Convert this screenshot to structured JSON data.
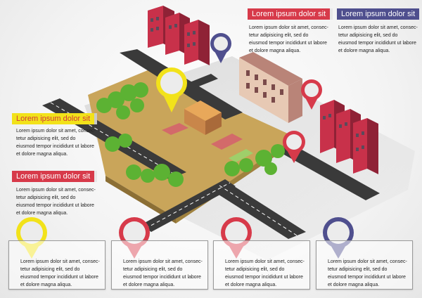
{
  "colors": {
    "red": "#d73a4a",
    "yellow": "#f2e21a",
    "purple": "#4f4f8e",
    "grass": "#c9a55a",
    "tree": "#5cb233",
    "road": "#3a3a3a",
    "building_red": "#c8314a",
    "building_beige": "#e7c9b4"
  },
  "info": {
    "top_red": {
      "title": "Lorem ipsum dolor sit",
      "text": "Lorem ipsum dolor sit amet, consec-\ntetur adipisicing elit, sed do\neiusmod tempor incididunt ut labore\net dolore magna aliqua."
    },
    "top_purple": {
      "title": "Lorem ipsum dolor sit",
      "text": "Lorem ipsum dolor sit amet, consec-\ntetur adipisicing elit, sed do\neiusmod tempor incididunt ut labore\net dolore magna aliqua."
    },
    "mid_yellow": {
      "title": "Lorem ipsum dolor sit",
      "text": "Lorem ipsum dolor sit amet, consec-\ntetur adipisicing elit, sed do\neiusmod tempor incididunt ut labore\net dolore magna aliqua."
    },
    "mid_red": {
      "title": "Lorem ipsum dolor sit",
      "text": "Lorem ipsum dolor sit amet, consec-\ntetur adipisicing elit, sed do\neiusmod tempor incididunt ut labore\net dolore magna aliqua."
    }
  },
  "boxes": [
    {
      "color": "yellow",
      "text": "Lorem ipsum dolor sit amet, consec-\ntetur adipisicing elit, sed do\neiusmod tempor incididunt ut labore\net dolore magna aliqua."
    },
    {
      "color": "red",
      "text": "Lorem ipsum dolor sit amet, consec-\ntetur adipisicing elit, sed do\neiusmod tempor incididunt ut labore\net dolore magna aliqua."
    },
    {
      "color": "red",
      "text": "Lorem ipsum dolor sit amet, consec-\ntetur adipisicing elit, sed do\neiusmod tempor incididunt ut labore\net dolore magna aliqua."
    },
    {
      "color": "purple",
      "text": "Lorem ipsum dolor sit amet, consec-\ntetur adipisicing elit, sed do\neiusmod tempor incididunt ut labore\net dolore magna aliqua."
    }
  ]
}
